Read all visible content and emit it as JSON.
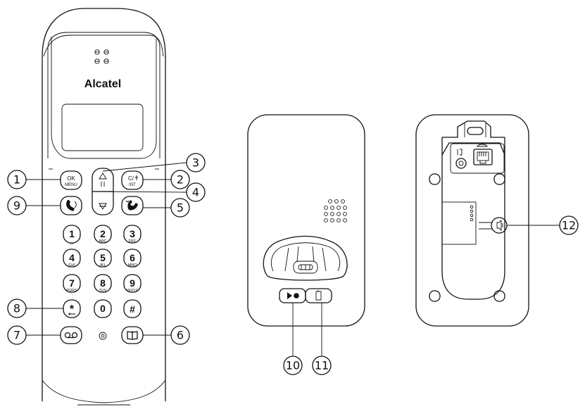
{
  "brand": "Alcatel",
  "handset": {
    "keys": {
      "ok_top": "OK",
      "ok_bottom": "MENU",
      "clear_top": "C/",
      "clear_bottom": "INT",
      "k1": "1",
      "k1_sub": "⌴",
      "k2": "2",
      "k2_sub": "ABC",
      "k3": "3",
      "k3_sub": "DEF",
      "k4": "4",
      "k4_sub": "GHI",
      "k5": "5",
      "k5_sub": "JKL",
      "k6": "6",
      "k6_sub": "MNO",
      "k7": "7",
      "k7_sub": "PQRS",
      "k8": "8",
      "k8_sub": "TUV",
      "k9": "9",
      "k9_sub": "WXYZ",
      "kstar": "*",
      "k0": "0",
      "khash": "#"
    }
  },
  "callouts": [
    "1",
    "2",
    "3",
    "4",
    "5",
    "6",
    "7",
    "8",
    "9",
    "10",
    "11",
    "12"
  ]
}
